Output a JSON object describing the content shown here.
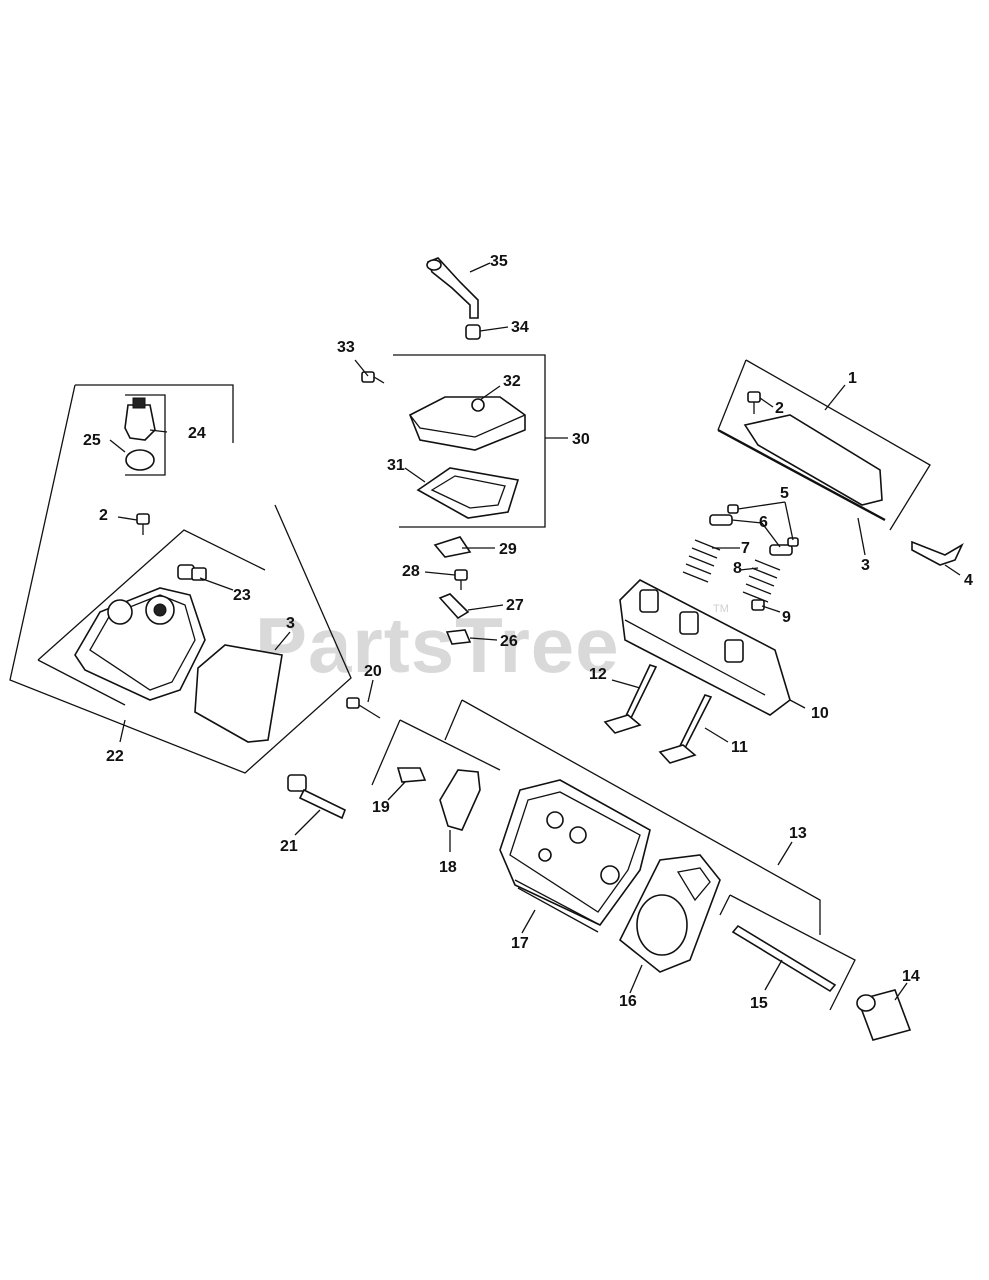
{
  "watermark": {
    "text": "PartsTree",
    "mark": "TM"
  },
  "callouts": [
    {
      "id": "1",
      "text": "1"
    },
    {
      "id": "2a",
      "text": "2"
    },
    {
      "id": "3a",
      "text": "3"
    },
    {
      "id": "4",
      "text": "4"
    },
    {
      "id": "5",
      "text": "5"
    },
    {
      "id": "6",
      "text": "6"
    },
    {
      "id": "7",
      "text": "7"
    },
    {
      "id": "8",
      "text": "8"
    },
    {
      "id": "9",
      "text": "9"
    },
    {
      "id": "10",
      "text": "10"
    },
    {
      "id": "11",
      "text": "11"
    },
    {
      "id": "12",
      "text": "12"
    },
    {
      "id": "13",
      "text": "13"
    },
    {
      "id": "14",
      "text": "14"
    },
    {
      "id": "15",
      "text": "15"
    },
    {
      "id": "16",
      "text": "16"
    },
    {
      "id": "17",
      "text": "17"
    },
    {
      "id": "18",
      "text": "18"
    },
    {
      "id": "19",
      "text": "19"
    },
    {
      "id": "20",
      "text": "20"
    },
    {
      "id": "21",
      "text": "21"
    },
    {
      "id": "22",
      "text": "22"
    },
    {
      "id": "23",
      "text": "23"
    },
    {
      "id": "24",
      "text": "24"
    },
    {
      "id": "25",
      "text": "25"
    },
    {
      "id": "2b",
      "text": "2"
    },
    {
      "id": "3b",
      "text": "3"
    },
    {
      "id": "26",
      "text": "26"
    },
    {
      "id": "27",
      "text": "27"
    },
    {
      "id": "28",
      "text": "28"
    },
    {
      "id": "29",
      "text": "29"
    },
    {
      "id": "30",
      "text": "30"
    },
    {
      "id": "31",
      "text": "31"
    },
    {
      "id": "32",
      "text": "32"
    },
    {
      "id": "33",
      "text": "33"
    },
    {
      "id": "34",
      "text": "34"
    },
    {
      "id": "35",
      "text": "35"
    }
  ]
}
